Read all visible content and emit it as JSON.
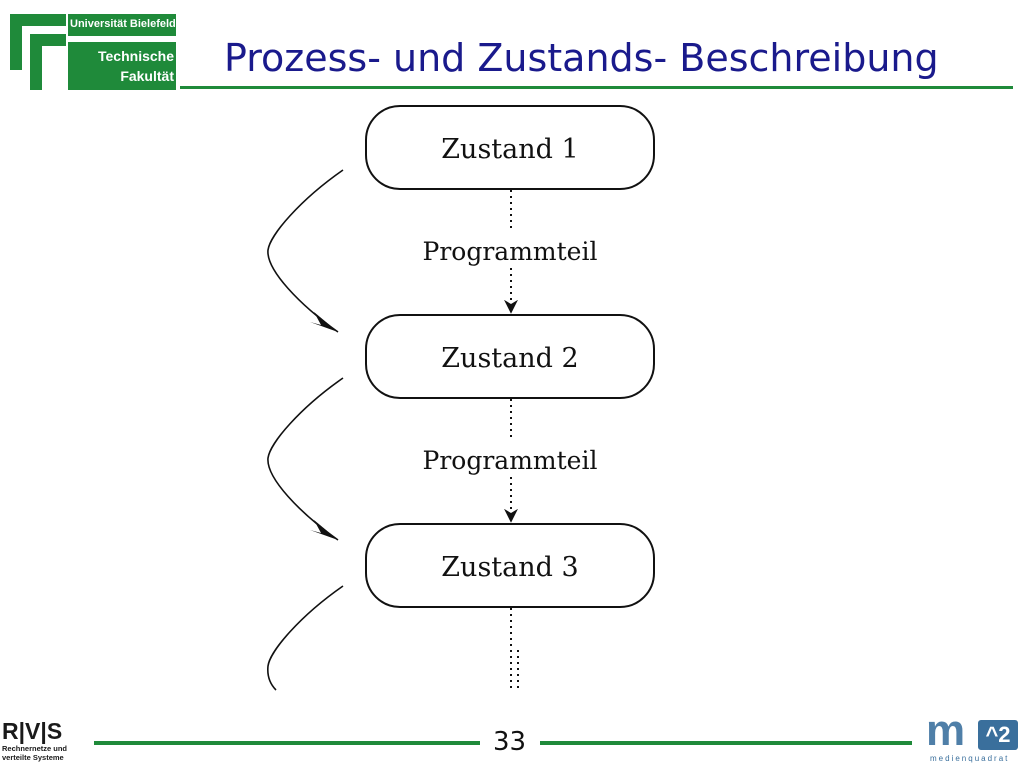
{
  "header": {
    "logo": {
      "university": "Universität Bielefeld",
      "line1": "Technische",
      "line2": "Fakultät"
    },
    "title": "Prozess- und Zustands- Beschreibung"
  },
  "diagram": {
    "states": [
      "Zustand 1",
      "Zustand 2",
      "Zustand 3"
    ],
    "transitions": [
      "Programmteil",
      "Programmteil"
    ]
  },
  "footer": {
    "rvs_logo": {
      "mark": "R|V|S",
      "line1": "Rechnernetze und",
      "line2": "verteilte Systeme"
    },
    "page_number": "33",
    "m2_logo": {
      "mark": "m",
      "box": "^2",
      "sub": "medienquadrat"
    }
  },
  "colors": {
    "accent_green": "#1f8a3a",
    "title_blue": "#1a1a8c",
    "m2_blue": "#3a6f9c"
  }
}
